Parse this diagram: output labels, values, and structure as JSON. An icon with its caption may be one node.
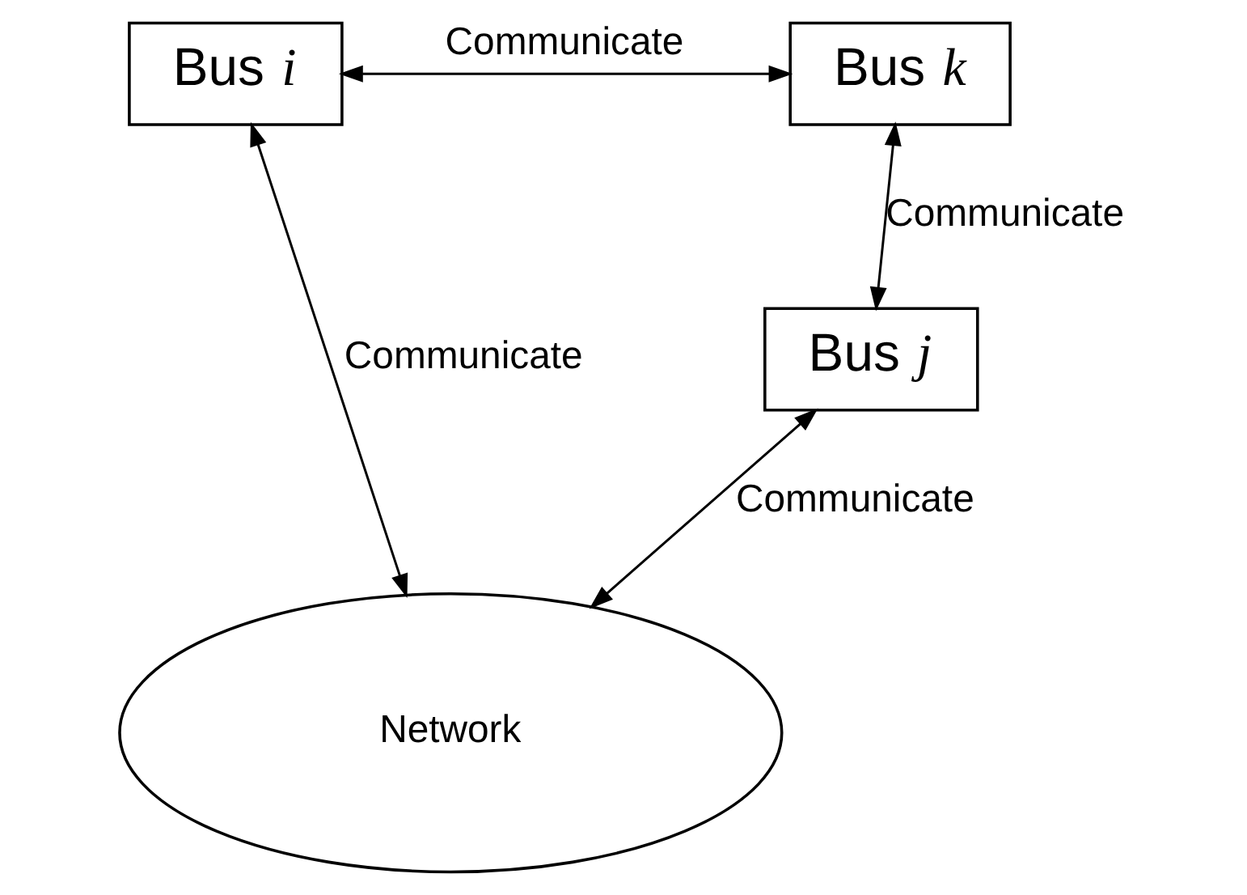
{
  "diagram": {
    "nodes": [
      {
        "text": [
          "Bus *i*"
        ]
      },
      {
        "text": [
          "Bus *k*"
        ]
      },
      {
        "text": [
          "Bus *j*"
        ]
      },
      {
        "text": [
          "Network"
        ]
      }
    ],
    "edges": [
      {
        "from": 0,
        "to": 1,
        "arrow": "both",
        "label": "Communicate"
      },
      {
        "from": 1,
        "to": 2,
        "arrow": "both",
        "label": "Communicate"
      },
      {
        "from": 0,
        "to": 3,
        "arrow": "both",
        "label": "Communicate"
      },
      {
        "from": 2,
        "to": 3,
        "arrow": "both",
        "label": "Communicate"
      }
    ]
  }
}
